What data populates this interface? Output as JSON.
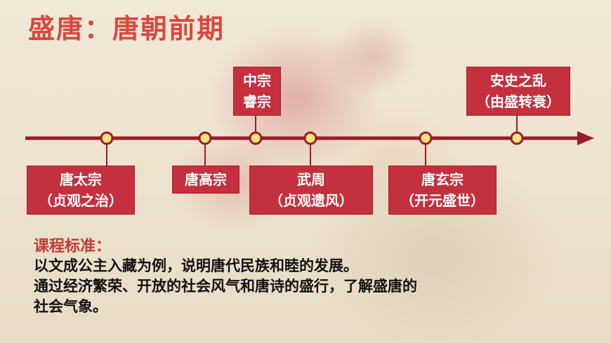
{
  "title": "盛唐：唐朝前期",
  "timeline": {
    "events": [
      {
        "line1": "唐太宗",
        "line2": "（贞观之治）"
      },
      {
        "line1": "唐高宗",
        "line2": ""
      },
      {
        "line1": "中宗",
        "line2": "睿宗"
      },
      {
        "line1": "武周",
        "line2": "（贞观遗风）"
      },
      {
        "line1": "唐玄宗",
        "line2": "（开元盛世）"
      },
      {
        "line1": "安史之乱",
        "line2": "（由盛转衰）"
      }
    ]
  },
  "standard": {
    "label": "课程标准：",
    "lines": [
      "以文成公主入藏为例，说明唐代民族和睦的发展。",
      "通过经济繁荣、开放的社会风气和唐诗的盛行，了解盛唐的",
      "社会气象。"
    ]
  },
  "colors": {
    "title": "#d9473f",
    "box": "#c4303d",
    "axis": "#9b1b2a",
    "dot": "#f7e27a"
  }
}
